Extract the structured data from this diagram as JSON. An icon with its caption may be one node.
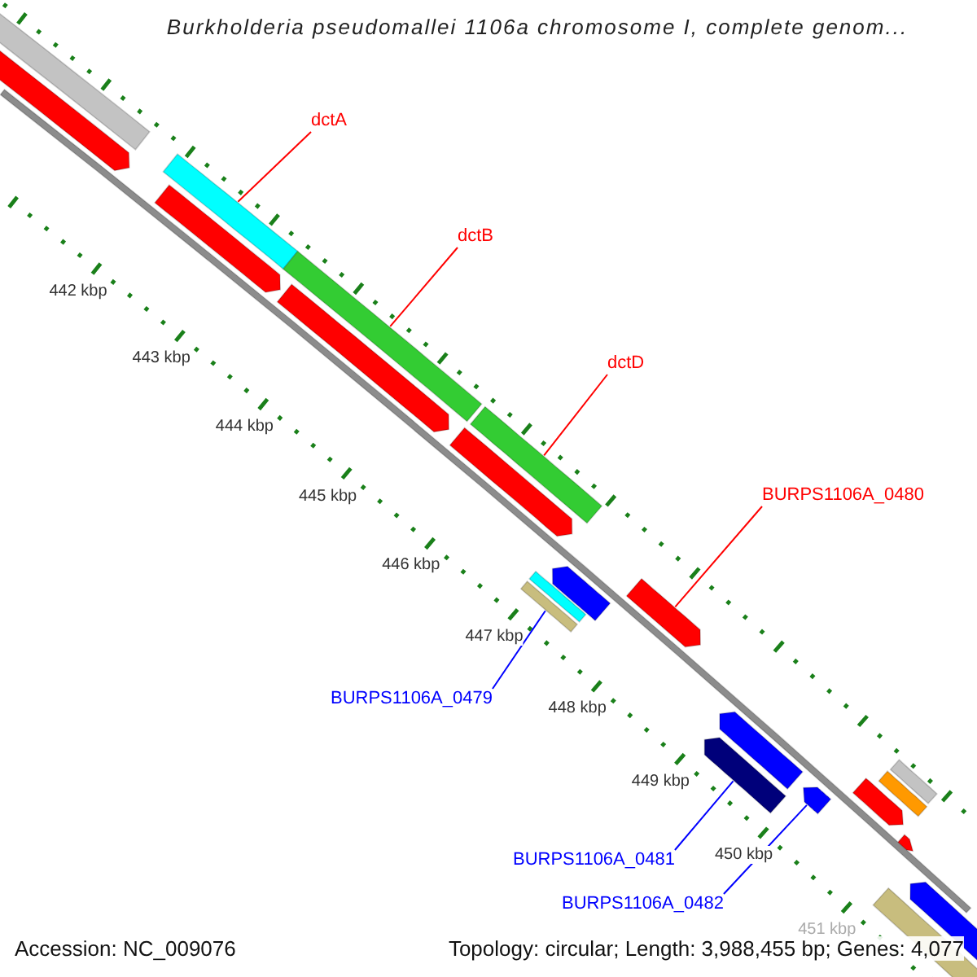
{
  "diagram": {
    "title": "Burkholderia pseudomallei 1106a chromosome I, complete genom...",
    "nodes": [
      {
        "text": [
          "dctA"
        ]
      },
      {
        "text": [],
        "shape": "bar"
      },
      {
        "text": [
          "dctB"
        ]
      },
      {
        "text": [],
        "shape": "bar"
      },
      {
        "text": [
          "dctD"
        ]
      },
      {
        "text": [],
        "shape": "bar"
      },
      {
        "text": [
          "BURPS1106A_0480"
        ]
      },
      {
        "text": [],
        "shape": "bar"
      },
      {
        "text": [
          "BURPS1106A_0479"
        ]
      },
      {
        "text": [],
        "shape": "bar"
      },
      {
        "text": [
          "BURPS1106A_0481"
        ]
      },
      {
        "text": [],
        "shape": "bar"
      },
      {
        "text": [
          "BURPS1106A_0482"
        ]
      },
      {
        "text": [],
        "shape": "bar"
      },
      {
        "text": [],
        "shape": "bar"
      },
      {
        "text": [],
        "shape": "bar"
      },
      {
        "text": [],
        "shape": "bar"
      },
      {
        "text": [],
        "shape": "bar"
      },
      {
        "text": [],
        "shape": "bar"
      },
      {
        "text": [],
        "shape": "bar"
      },
      {
        "text": [],
        "shape": "bar"
      },
      {
        "text": [],
        "shape": "bar"
      },
      {
        "text": [],
        "shape": "bar"
      },
      {
        "text": [],
        "shape": "bar"
      },
      {
        "text": [],
        "shape": "bar"
      },
      {
        "text": [],
        "shape": "bar"
      },
      {
        "text": [],
        "shape": "bar"
      },
      {
        "text": [],
        "shape": "bar"
      },
      {
        "text": [],
        "shape": "bar"
      }
    ],
    "edges": [
      {
        "from": 0,
        "to": 1,
        "arrow": "none"
      },
      {
        "from": 2,
        "to": 3,
        "arrow": "none"
      },
      {
        "from": 4,
        "to": 5,
        "arrow": "none"
      },
      {
        "from": 6,
        "to": 7,
        "arrow": "none"
      },
      {
        "from": 8,
        "to": 9,
        "arrow": "none",
        "color": "#0000ff"
      },
      {
        "from": 10,
        "to": 11,
        "arrow": "none",
        "color": "#0000ff"
      },
      {
        "from": 12,
        "to": 13,
        "arrow": "none",
        "color": "#0000ff"
      }
    ],
    "labels": [
      "442 kbp",
      "443 kbp",
      "444 kbp",
      "445 kbp",
      "446 kbp",
      "447 kbp",
      "448 kbp",
      "449 kbp",
      "450 kbp",
      "451 kbp",
      "Accession: NC_009076",
      "Topology: circular; Length: 3,988,455 bp; Genes: 4,077"
    ]
  }
}
